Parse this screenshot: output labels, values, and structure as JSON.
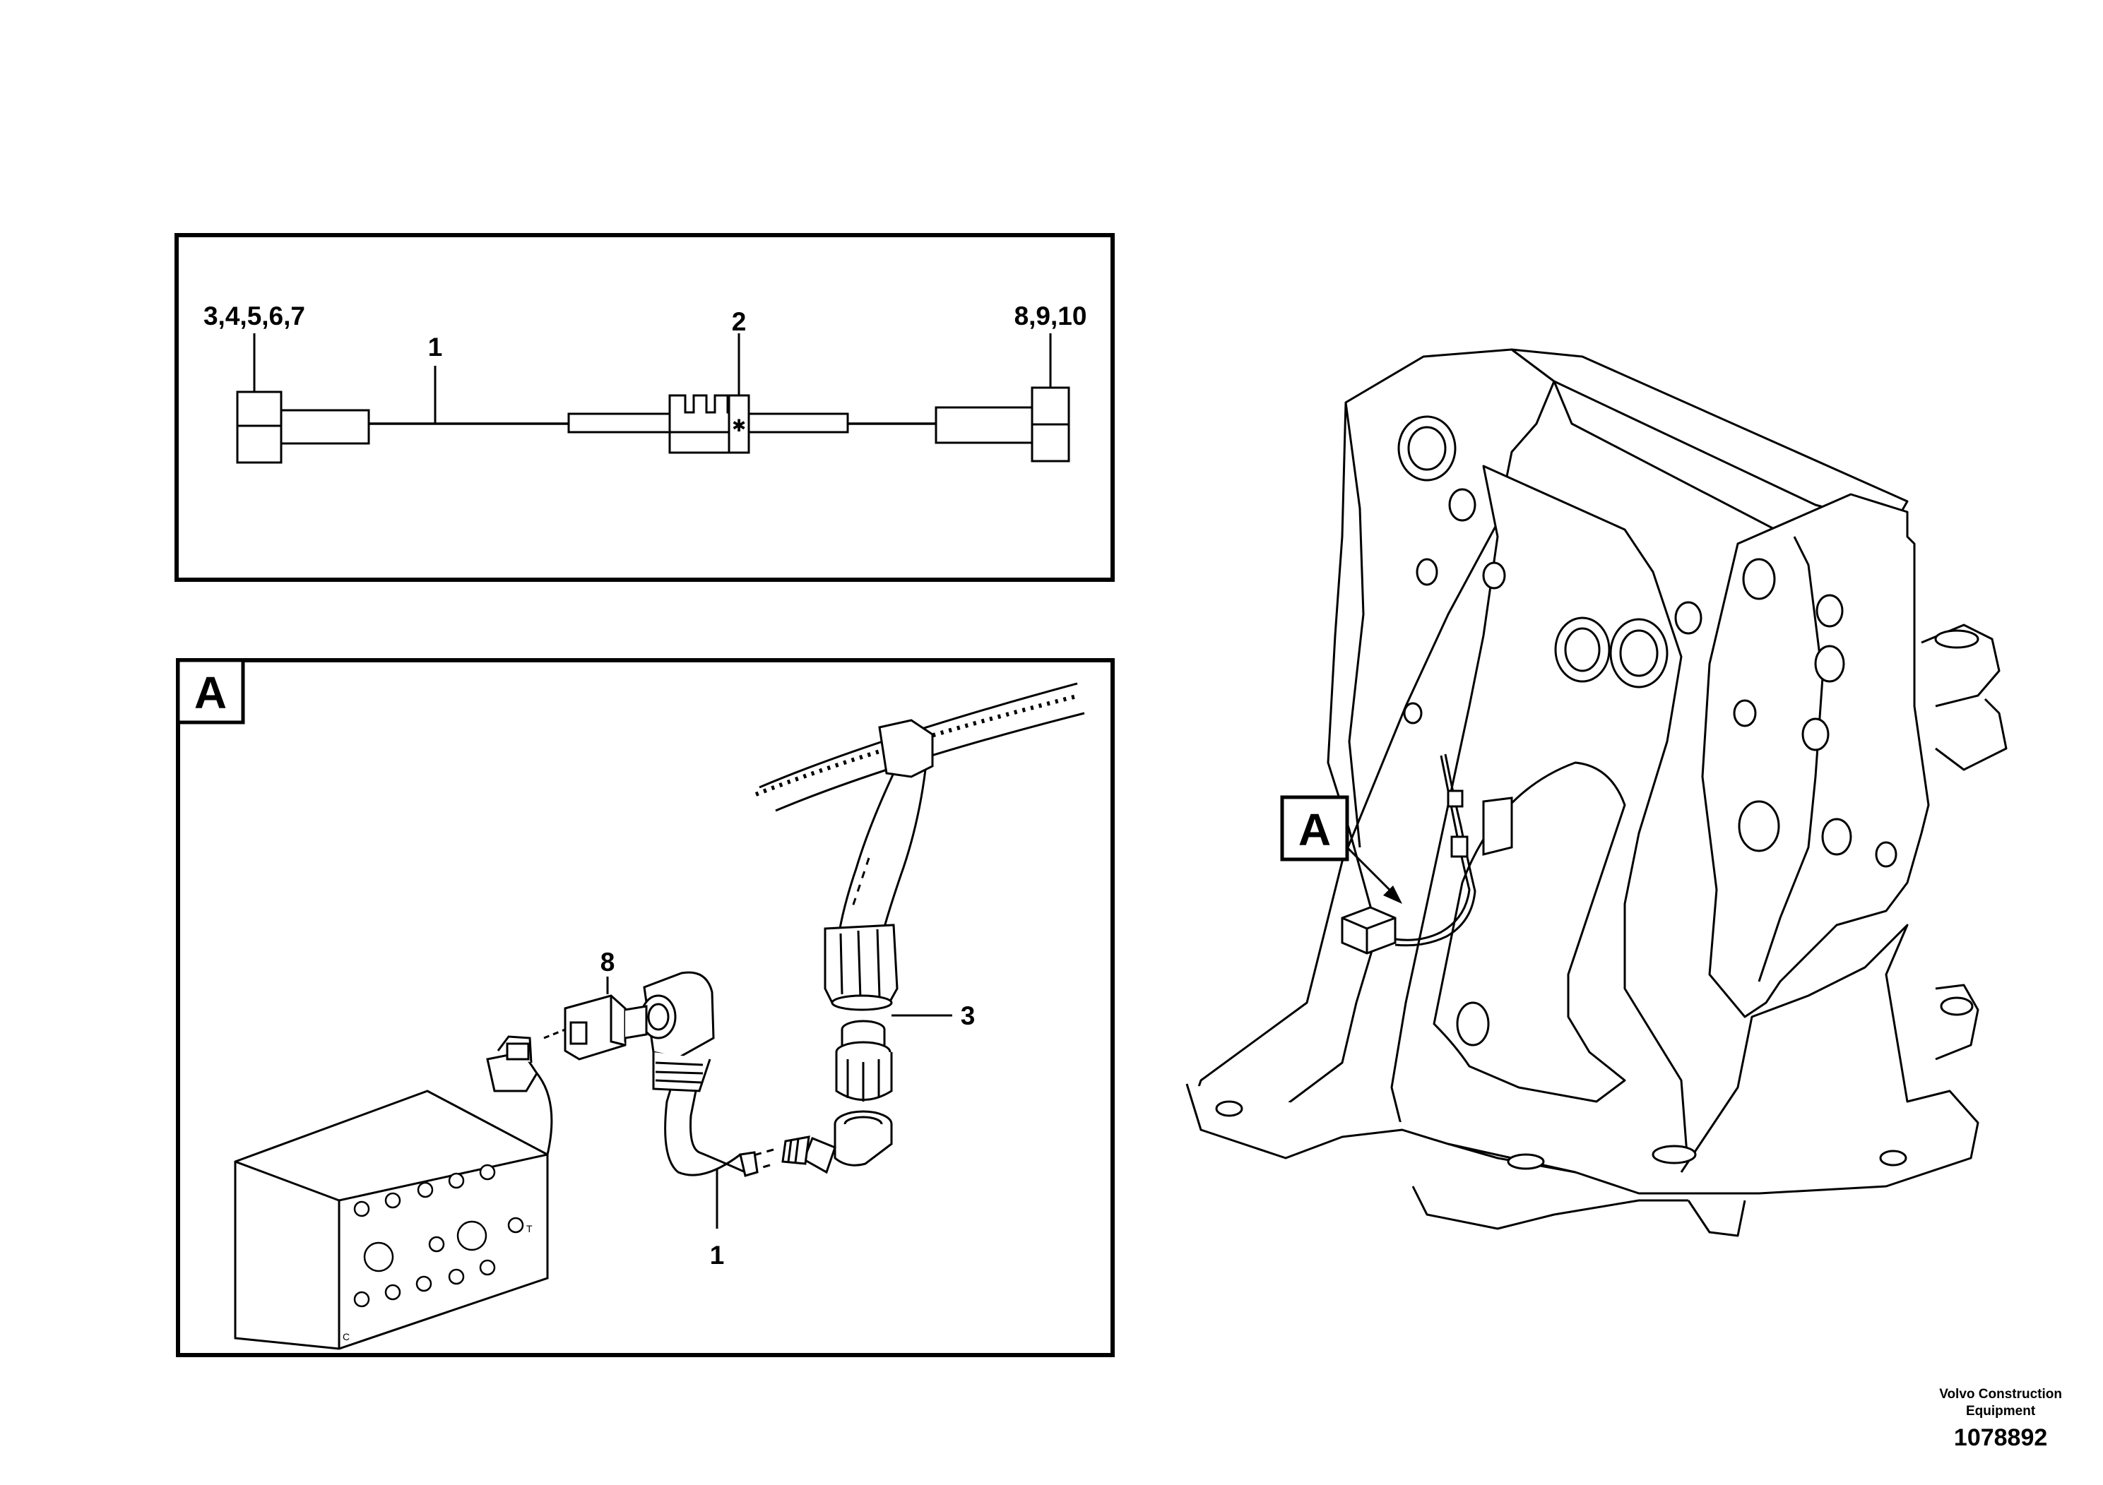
{
  "schematic": {
    "label_left": "3,4,5,6,7",
    "label_cable": "1",
    "label_center": "2",
    "label_right": "8,9,10"
  },
  "detail": {
    "view_letter": "A",
    "label_connector": "8",
    "label_fitting": "3",
    "label_hose": "1",
    "block_mark_t": "T",
    "block_mark_c": "C"
  },
  "machine": {
    "view_callout": "A"
  },
  "footer": {
    "brand_line1": "Volvo Construction",
    "brand_line2": "Equipment",
    "drawing_number": "1078892"
  }
}
